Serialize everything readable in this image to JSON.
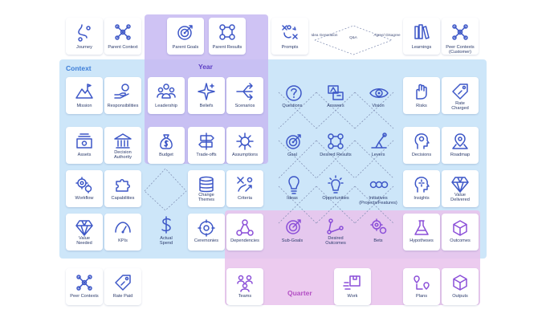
{
  "regions": {
    "context": "Context",
    "year": "Year",
    "quarter": "Quarter"
  },
  "cards": {
    "journey": "Journey",
    "parent_context": "Parent Context",
    "parent_goals": "Parent Goals",
    "parent_results": "Parent Results",
    "prompts": "Prompts",
    "learnings": "Learnings",
    "peer_contexts_customer": "Peer Contexts\n(Customer)",
    "mission": "Mission",
    "responsibilities": "Responsibilities",
    "leadership": "Leadership",
    "beliefs": "Beliefs",
    "scenarios": "Scenarios",
    "risks": "Risks",
    "rate_charged": "Rate\nCharged",
    "assets": "Assets",
    "decision_authority": "Decision\nAuthority",
    "budget": "Budget",
    "tradeoffs": "Trade-offs",
    "assumptions": "Assumptions",
    "decisions": "Decisions",
    "roadmap": "Roadmap",
    "workflow": "Workflow",
    "capabilities": "Capabilities",
    "change_themes": "Change\nThemes",
    "criteria": "Criteria",
    "insights": "Insights",
    "value_delivered": "Value\nDelivered",
    "value_needed": "Value\nNeeded",
    "kpis": "KPIs",
    "actual_spend": "Actual\nSpend",
    "ceremonies": "Ceremonies",
    "dependencies": "Dependencies",
    "hypotheses": "Hypotheses",
    "outcomes": "Outcomes",
    "peer_contexts": "Peer Contexts",
    "rate_paid": "Rate Paid",
    "teams": "Teams",
    "work": "Work",
    "plans": "Plans",
    "outputs": "Outputs"
  },
  "free": {
    "questions": "Questions",
    "answers": "Answers",
    "vision": "Vision",
    "goal": "Goal",
    "desired_results": "Desired Results",
    "levers": "Levers",
    "ideas": "Ideas",
    "opportunities": "Opportunities",
    "initiatives": "Initiatives\n(Projects/Features)",
    "subgoals": "Sub-Goals",
    "desired_outcomes": "Desired\nOutcomes",
    "bets": "Bets"
  },
  "flow_labels": {
    "idea_generation": "Idea\nGeneration",
    "qa": "Q&A",
    "agree_disagree": "Agree/\nDisagree"
  },
  "colors": {
    "context": "#c9e4f8",
    "year": "#c7b8f2",
    "quarter": "#e9c2ec",
    "icon": "#3d57c7",
    "accent": "#8b4fd8"
  }
}
